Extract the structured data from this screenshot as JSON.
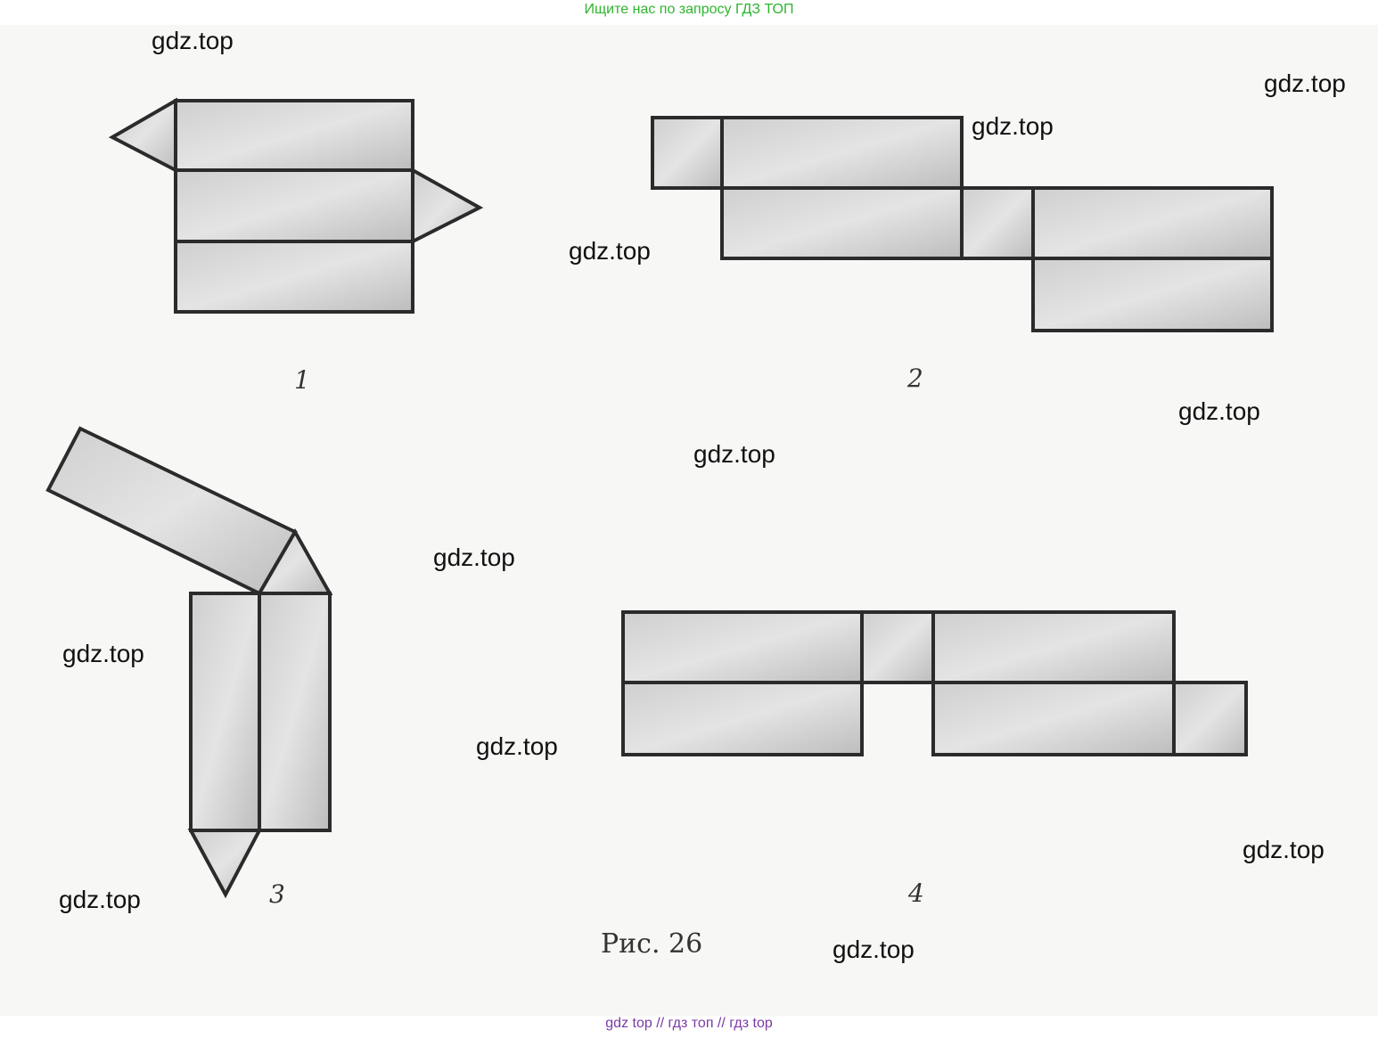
{
  "top_banner": "Ищите нас по запросу ГДЗ ТОП",
  "bottom_banner": "gdz top  //  гдз топ  //  гдз top",
  "watermark": "gdz.top",
  "figure_labels": [
    "1",
    "2",
    "3",
    "4"
  ],
  "caption": "Рис. 26",
  "colors": {
    "face_fill": "#c6c6c6",
    "face_stroke": "#2b2b2b",
    "top_banner": "#2db52d",
    "bottom_banner": "#7a3aa6"
  }
}
